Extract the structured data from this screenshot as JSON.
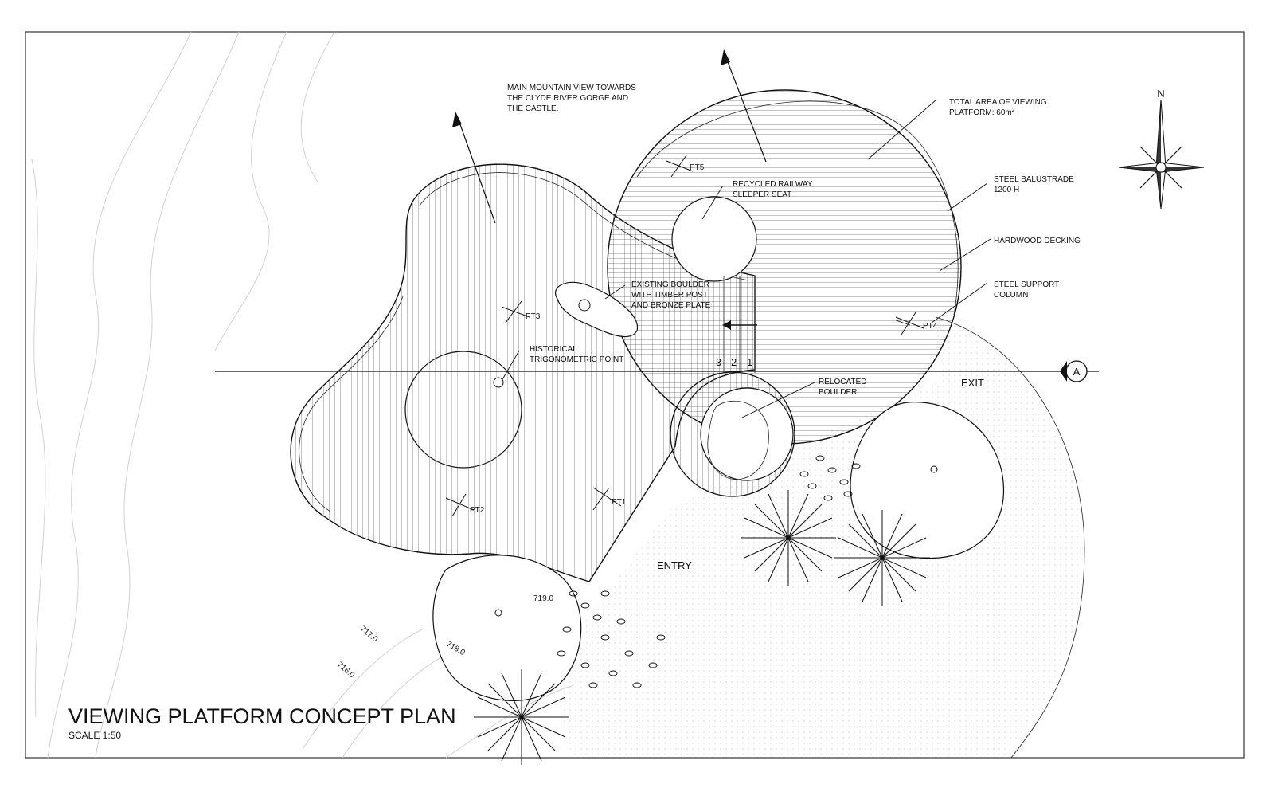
{
  "drawing": {
    "title": "VIEWING PLATFORM CONCEPT PLAN",
    "scale": "SCALE 1:50",
    "north": "N",
    "section_marker": "A"
  },
  "annotations": {
    "mountain_view": [
      "MAIN MOUNTAIN VIEW TOWARDS",
      "THE CLYDE RIVER GORGE AND",
      "THE CASTLE."
    ],
    "total_area": [
      "TOTAL AREA OF VIEWING",
      "PLATFORM: 60m"
    ],
    "total_area_sup": "2",
    "balustrade": [
      "STEEL BALUSTRADE",
      "1200 H"
    ],
    "decking": "HARDWOOD DECKING",
    "support_column": [
      "STEEL SUPPORT",
      "COLUMN"
    ],
    "sleeper_seat": [
      "RECYCLED RAILWAY",
      "SLEEPER SEAT"
    ],
    "boulder_existing": [
      "EXISTING BOULDER",
      "WITH TIMBER POST",
      "AND BRONZE PLATE"
    ],
    "trig_point": [
      "HISTORICAL",
      "TRIGONOMETRIC POINT"
    ],
    "boulder_relocated": [
      "RELOCATED",
      "BOULDER"
    ],
    "entry": "ENTRY",
    "exit": "EXIT",
    "steps": [
      "3",
      "2",
      "1"
    ]
  },
  "points": [
    "PT1",
    "PT2",
    "PT3",
    "PT4",
    "PT5"
  ],
  "contours": [
    "719.0",
    "718.0",
    "717.0",
    "716.0"
  ]
}
